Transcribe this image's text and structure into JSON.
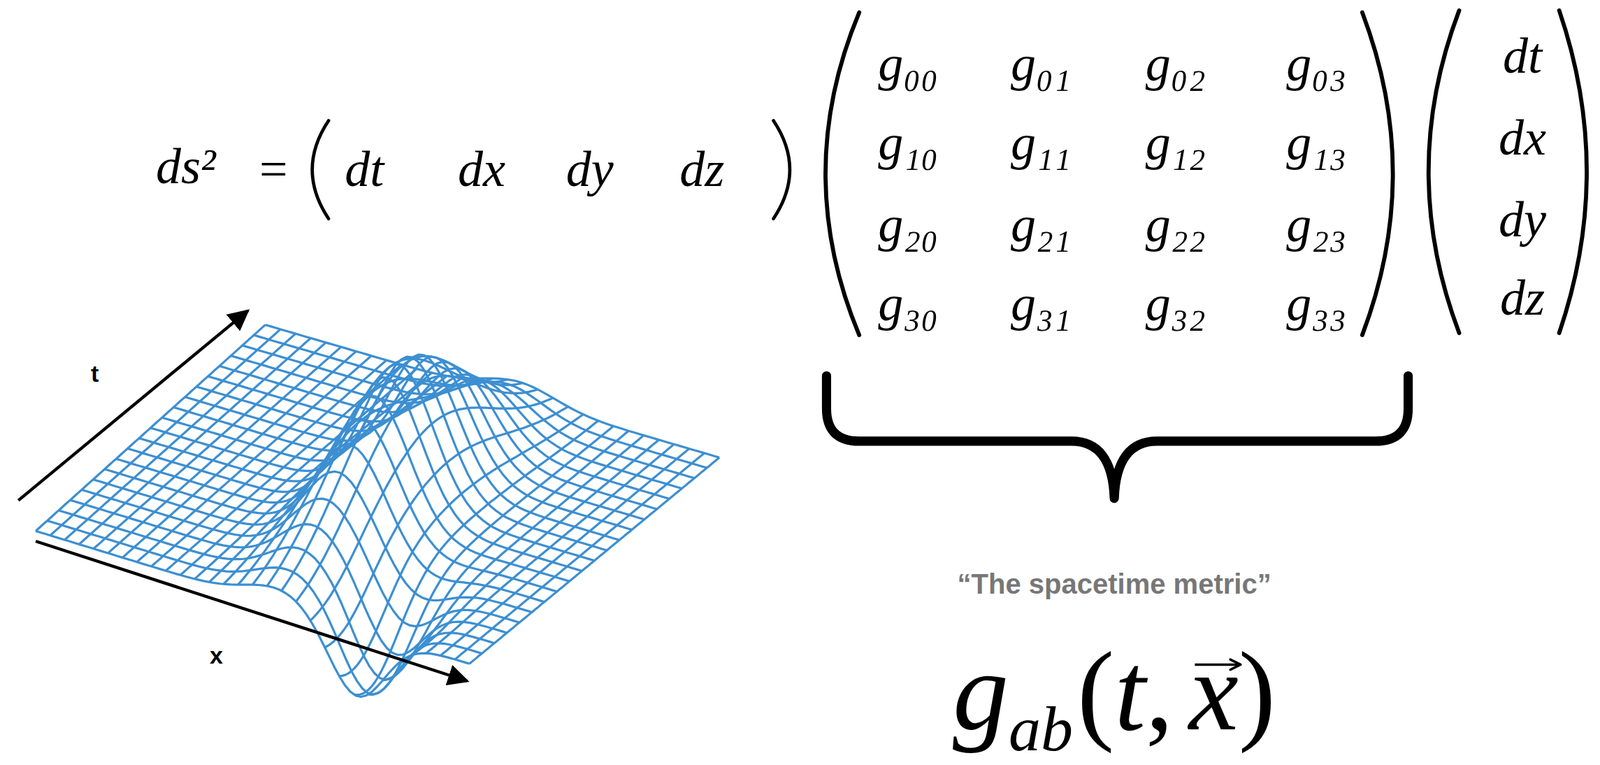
{
  "diagram": {
    "labels": [
      "ds²",
      "=",
      "dt",
      "dx",
      "dy",
      "dz",
      "g₀₀",
      "g₀₁",
      "g₀₂",
      "g₀₃",
      "g₁₀",
      "g₁₁",
      "g₁₂",
      "g₁₃",
      "g₂₀",
      "g₂₁",
      "g₂₂",
      "g₂₃",
      "g₃₀",
      "g₃₁",
      "g₃₂",
      "g₃₃",
      "dt",
      "dx",
      "dy",
      "dz",
      "“The spacetime metric”",
      "g",
      "ab",
      "(",
      "t",
      ",",
      "x",
      ")",
      "t",
      "x"
    ]
  }
}
